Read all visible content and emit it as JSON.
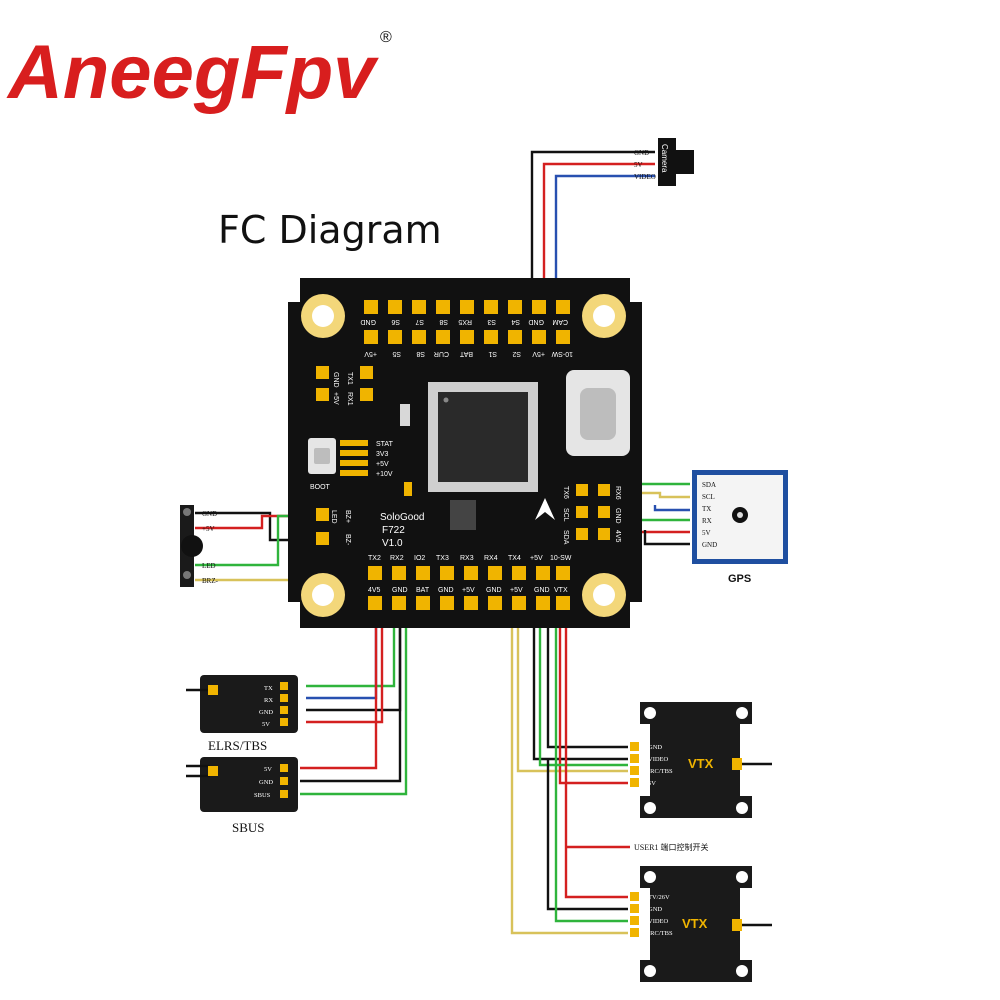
{
  "brand": {
    "logo_text": "AneegFpv",
    "registered_mark": "®",
    "logo_color": "#d81e1e"
  },
  "title": "FC Diagram",
  "board": {
    "name_line1": "SoloGood",
    "name_line2": "F722",
    "version": "V1.0",
    "top_pads_row1": [
      "GND",
      "S6",
      "S7",
      "S8",
      "RX5",
      "S3",
      "S4",
      "GND",
      "CAM"
    ],
    "top_pads_row2": [
      "+5V",
      "S5",
      "S8",
      "CUR",
      "BAT",
      "S1",
      "S2",
      "+5V",
      "10-SW"
    ],
    "bottom_pads_row1": [
      "TX2",
      "RX2",
      "IO2",
      "TX3",
      "RX3",
      "RX4",
      "TX4",
      "+5V",
      "10-SW"
    ],
    "bottom_pads_row2": [
      "4V5",
      "GND",
      "BAT",
      "GND",
      "+5V",
      "GND",
      "+5V",
      "GND",
      "VTX"
    ],
    "left_pads": [
      "TX1",
      "RX1",
      "GND",
      "+5V"
    ],
    "led_labels": [
      "STAT",
      "3V3",
      "+5V",
      "+10V"
    ],
    "boot_label": "BOOT",
    "gps_pads": [
      "TX6",
      "RX6",
      "SCL",
      "SDA",
      "GND",
      "4V5"
    ],
    "left_side_pads": [
      "LED",
      "BZ-",
      "BZ+"
    ],
    "colors": {
      "board": "#111111",
      "pad": "#f0b400",
      "hole": "#f3d77a"
    }
  },
  "camera": {
    "label": "Camera",
    "pins": [
      "GND",
      "5V",
      "VIDEO"
    ]
  },
  "led_module": {
    "pins": [
      "GND",
      "+5V",
      "LED",
      "BRZ-"
    ]
  },
  "gps": {
    "label": "GPS",
    "pins": [
      "SDA",
      "SCL",
      "TX",
      "RX",
      "5V",
      "GND"
    ]
  },
  "elrs": {
    "label": "ELRS/TBS",
    "pins": [
      "TX",
      "RX",
      "GND",
      "5V"
    ]
  },
  "sbus": {
    "label": "SBUS",
    "pins": [
      "5V",
      "GND",
      "SBUS"
    ]
  },
  "vtx1": {
    "label": "VTX",
    "pins": [
      "GND",
      "VIDEO",
      "IRC/TBS",
      "5V"
    ]
  },
  "vtx2": {
    "label": "VTX",
    "pins": [
      "TV/26V",
      "GND",
      "VIDEO",
      "IRC/TBS"
    ]
  },
  "user_note": "USER1 端口控制开关",
  "wire_colors": {
    "gnd": "#111111",
    "power": "#d42020",
    "video": "#2850b0",
    "signal_green": "#2fb43c",
    "signal_yellow": "#d8c25a"
  }
}
